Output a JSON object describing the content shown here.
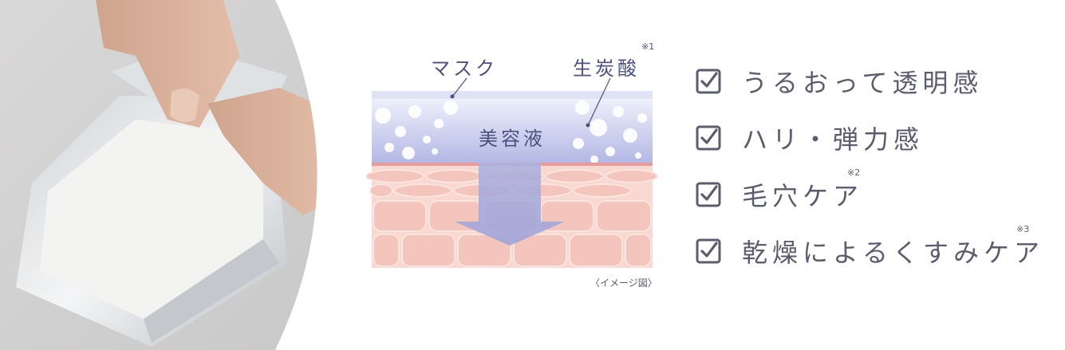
{
  "diagram": {
    "label_mask": "マスク",
    "label_co2": "生炭酸",
    "label_co2_note": "※1",
    "label_serum": "美容液",
    "caption": "〈イメージ図〉"
  },
  "benefits": [
    {
      "text": "うるおって透明感",
      "note": ""
    },
    {
      "text": "ハリ・弾力感",
      "note": ""
    },
    {
      "text": "毛穴ケア",
      "note": "※2"
    },
    {
      "text": "乾燥によるくすみケア",
      "note": "※3"
    }
  ],
  "colors": {
    "text": "#5b5d6e",
    "accent": "#4c517f",
    "skin": "#f4c5bd",
    "serum": "#b9bde6"
  }
}
